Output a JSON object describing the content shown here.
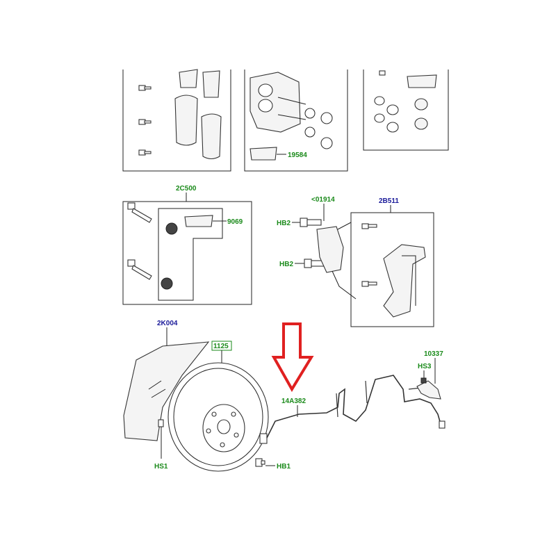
{
  "labels": {
    "seal_kit": "19584",
    "pad_kit": "2C500",
    "pad_inner": "9069",
    "guide_pin": "<01914",
    "carrier": "2B511",
    "bolt_upper": "HB2",
    "bolt_lower": "HB2",
    "shield": "2K004",
    "disc": "1125",
    "sensor": "14A382",
    "sensor_end": "10337",
    "screw_hs3": "HS3",
    "screw_hs1": "HS1",
    "bolt_hb1": "HB1"
  },
  "colors": {
    "green_label": "#1a8a1a",
    "blue_label": "#1a1a99",
    "arrow": "#e02020",
    "line": "#222222"
  }
}
